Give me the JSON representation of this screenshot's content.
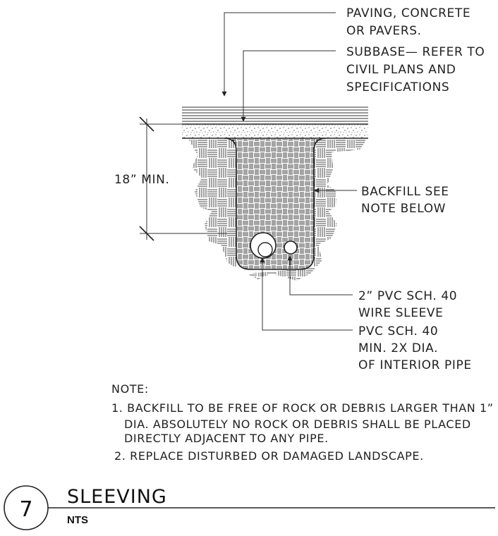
{
  "callouts": {
    "paving": [
      "PAVING, CONCRETE",
      "OR PAVERS."
    ],
    "subbase": [
      "SUBBASE— REFER TO",
      "CIVIL PLANS AND",
      "SPECIFICATIONS"
    ],
    "backfill": [
      "BACKFILL SEE",
      "NOTE BELOW"
    ],
    "wire_sleeve": [
      "2” PVC SCH. 40",
      "WIRE SLEEVE"
    ],
    "pvc_sleeve": [
      "PVC SCH. 40",
      "MIN. 2X DIA.",
      "OF INTERIOR PIPE"
    ]
  },
  "dimension": "18” MIN.",
  "notes": {
    "heading": "NOTE:",
    "lines": [
      "1. BACKFILL TO BE FREE OF ROCK OR DEBRIS LARGER THAN 1”",
      "DIA. ABSOLUTELY NO ROCK OR DEBRIS SHALL BE PLACED",
      "DIRECTLY ADJACENT TO ANY PIPE.",
      "2. REPLACE DISTURBED OR DAMAGED LANDSCAPE."
    ]
  },
  "detail": {
    "number": "7",
    "title": "SLEEVING",
    "scale": "NTS"
  }
}
